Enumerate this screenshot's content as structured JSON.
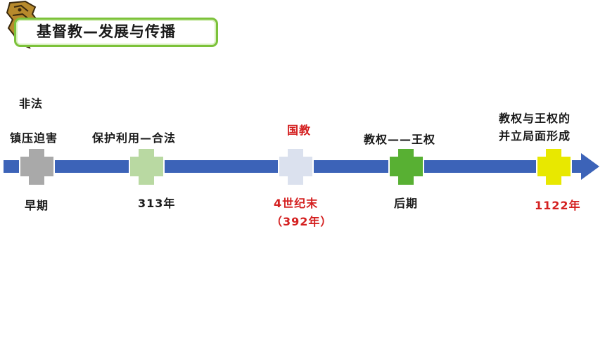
{
  "title": "基督教—发展与传播",
  "colors": {
    "arrow": "#3c63b8",
    "title_border": "#7cc23a",
    "highlight_text": "#d42020"
  },
  "events": [
    {
      "top_label_1": "非法",
      "top_label_2": "镇压迫害",
      "bottom_label": "早期",
      "cross_color": "#a9a9a9",
      "highlight": false
    },
    {
      "top_label_1": "保护利用—合法",
      "top_label_2": "",
      "bottom_label": "313年",
      "cross_color": "#b9d9a2",
      "highlight": false
    },
    {
      "top_label_1": "国教",
      "top_label_2": "",
      "bottom_label": "4世纪末",
      "bottom_label_2": "（392年）",
      "cross_color": "#dbe1ee",
      "highlight": true
    },
    {
      "top_label_1": "教权——王权",
      "top_label_2": "",
      "bottom_label": "后期",
      "cross_color": "#58b033",
      "highlight": false
    },
    {
      "top_label_1": "教权与王权的",
      "top_label_2": "并立局面形成",
      "bottom_label": "1122年",
      "cross_color": "#e8e800",
      "highlight": true
    }
  ]
}
